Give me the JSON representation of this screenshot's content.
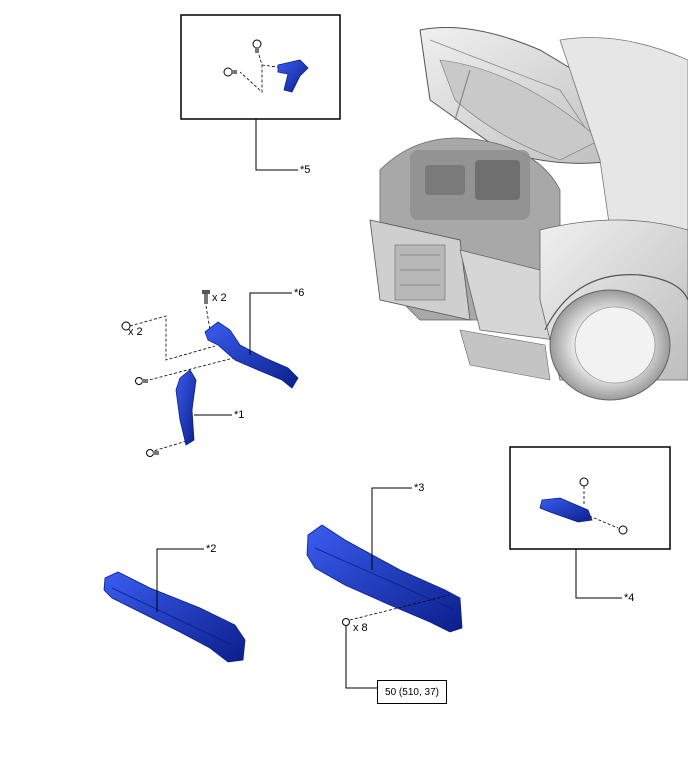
{
  "callouts": {
    "c1": "*1",
    "c2": "*2",
    "c3": "*3",
    "c4": "*4",
    "c5": "*5",
    "c6": "*6"
  },
  "quantities": {
    "bolt_top_right": "x 2",
    "bolt_left": "x 2",
    "bolt_bumper": "x 8"
  },
  "torque": "50 (510, 37)",
  "colors": {
    "part_blue": "#1a3fd6",
    "part_blue_dark": "#0b1f8a",
    "line": "#000000",
    "vehicle_gray": "#d9d9d9"
  }
}
